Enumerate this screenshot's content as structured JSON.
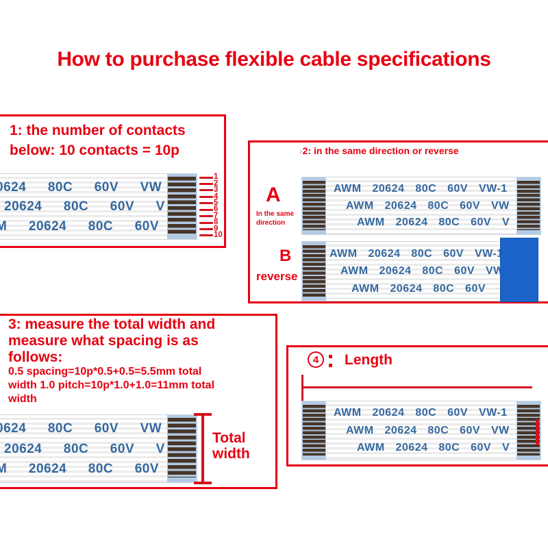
{
  "title": "How to purchase flexible cable specifications",
  "colors": {
    "accent_red": "#e60012",
    "cable_text_blue": "#34689f",
    "contact_bar_brown": "#473528",
    "connector_pad_blue": "#b3cae3",
    "reverse_stiffener_blue": "#1b63c8"
  },
  "section1": {
    "heading_line1": "1: the number of contacts",
    "heading_line2": "below: 10 contacts = 10p",
    "cable_rows": [
      "0624  80C  60V  VW",
      "20624  80C  60V  V",
      "M  20624  80C  60V"
    ],
    "ticks": [
      "1",
      "2",
      "3",
      "4",
      "5",
      "6",
      "7",
      "8",
      "9",
      "10"
    ]
  },
  "section2": {
    "heading_prefix": "›",
    "heading": "2: in the same direction or reverse",
    "label_a": "A",
    "label_a_caption_line1": "In the same",
    "label_a_caption_line2": "direction",
    "label_b": "B",
    "label_b_caption": "reverse",
    "cable_a_rows": [
      "AWM  20624  80C  60V  VW-1",
      "AWM  20624  80C  60V  VW",
      "AWM  20624  80C  60V  V"
    ],
    "cable_b_rows": [
      "AWM  20624  80C  60V  VW-1",
      "AWM  20624  80C  60V  VW",
      "AWM  20624  80C  60V"
    ]
  },
  "section3": {
    "heading_line1": "3: measure the total width and",
    "heading_line2": "measure what spacing is as",
    "heading_line3": "follows:",
    "body_line1": "0.5 spacing=10p*0.5+0.5=5.5mm total",
    "body_line2": "width 1.0 pitch=10p*1.0+1.0=11mm total",
    "body_line3": "width",
    "cable_rows": [
      "0624  80C  60V  VW",
      "20624  80C  60V  V",
      "M  20624  80C  60V"
    ],
    "measure_label_line1": "Total",
    "measure_label_line2": "width"
  },
  "section4": {
    "number": "4",
    "heading": "Length",
    "cable_rows": [
      "AWM  20624  80C  60V  VW-1",
      "AWM  20624  80C  60V  VW",
      "AWM  20624  80C  60V  V"
    ]
  }
}
